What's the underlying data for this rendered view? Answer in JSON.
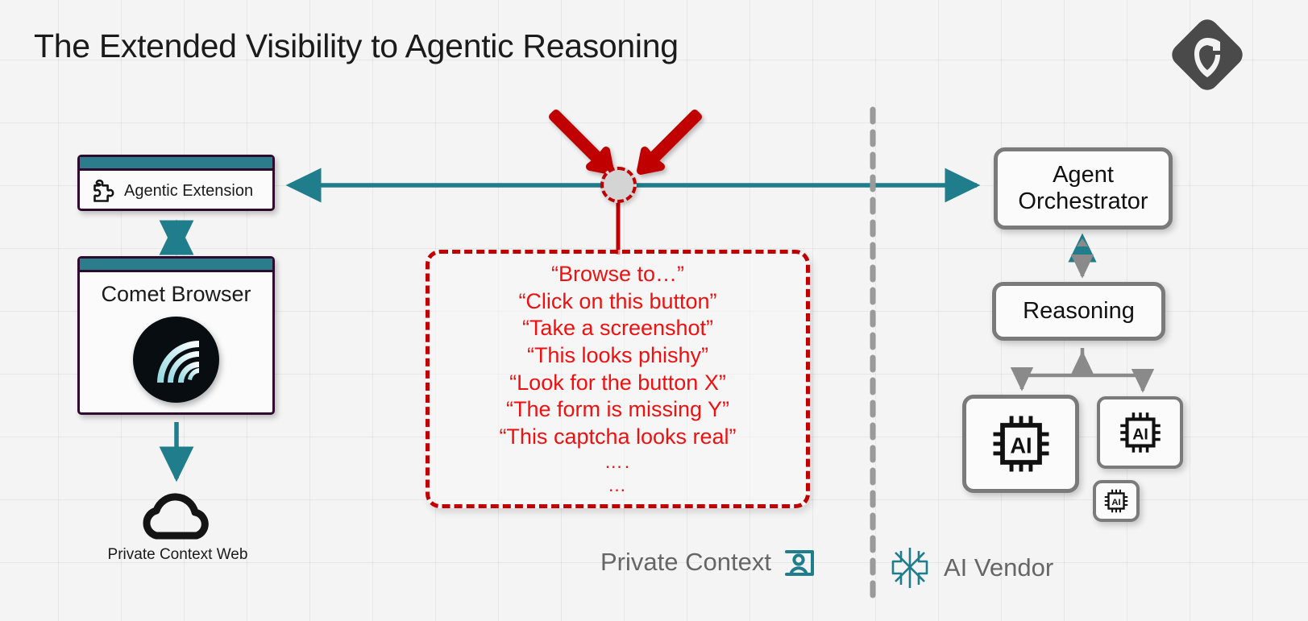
{
  "page": {
    "title": "The Extended Visibility to Agentic Reasoning",
    "background_color": "#f4f4f4",
    "grid": true
  },
  "logo": {
    "name": "guardio-shield-logo",
    "letter": "G",
    "shape": "diamond",
    "color": "#4a4a4a"
  },
  "colors": {
    "teal": "#2b7d8c",
    "purple_border": "#2e0b2d",
    "red": "#f01010",
    "red_dark": "#c00000",
    "gray_border": "#7a7a7a",
    "footer_gray": "#666666"
  },
  "left_panel": {
    "extension_box": {
      "label": "Agentic Extension",
      "icon": "puzzle-piece-icon"
    },
    "browser_box": {
      "label": "Comet Browser",
      "icon": "comet-logo-icon"
    },
    "cloud": {
      "icon": "cloud-icon",
      "caption": "Private Context Web"
    }
  },
  "prompt_box": {
    "lines": [
      "“Browse to…”",
      "“Click on this button”",
      "“Take a screenshot”",
      "“This looks phishy”",
      "“Look for the button X”",
      "“The form is missing Y”",
      "“This captcha looks real”"
    ],
    "ellipsis_1": "….",
    "ellipsis_2": "…"
  },
  "intercept": {
    "name": "interception-node",
    "annotation_arrows": 2
  },
  "right_panel": {
    "orchestrator": {
      "label": "Agent\nOrchestrator"
    },
    "orchestrator_line1": "Agent",
    "orchestrator_line2": "Orchestrator",
    "reasoning": {
      "label": "Reasoning"
    },
    "ai_models": [
      {
        "name": "ai-model-large",
        "icon": "ai-chip-icon",
        "label": "AI"
      },
      {
        "name": "ai-model-medium",
        "icon": "ai-chip-icon",
        "label": "AI"
      },
      {
        "name": "ai-model-small",
        "icon": "ai-chip-icon",
        "label": "AI"
      }
    ]
  },
  "footer": {
    "private_context": {
      "label": "Private Context",
      "icon": "user-card-icon"
    },
    "ai_vendor": {
      "label": "AI Vendor",
      "icon": "star-burst-icon"
    },
    "divider": "vertical-dashed-divider"
  }
}
